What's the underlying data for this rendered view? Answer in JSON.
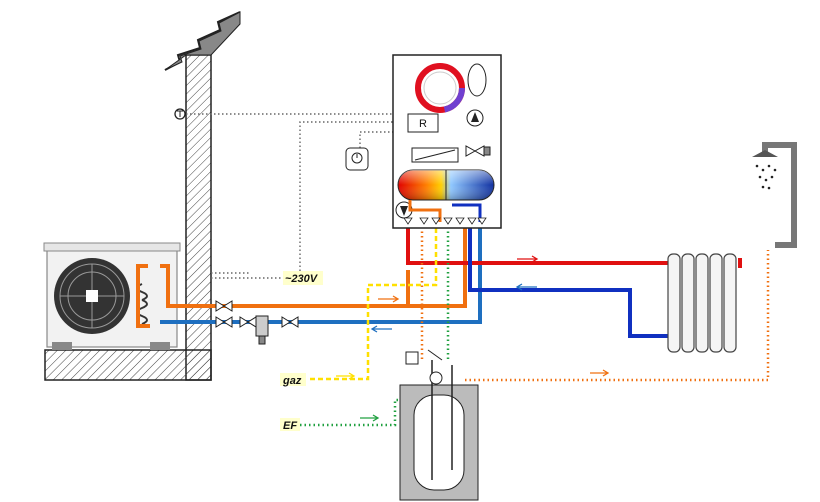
{
  "labels": {
    "voltage": "~230V",
    "gas": "gaz",
    "cold_water": "EF",
    "regulator": "R"
  },
  "colors": {
    "hot_flow": "#e01010",
    "return": "#1030c0",
    "heat_pump_circuit": "#f07010",
    "heat_pump_return": "#1e6fc0",
    "gas_line": "#ffe000",
    "cold_water_line": "#20a040",
    "hot_water_line": "#f07010",
    "tank_supply_line": "#28b048",
    "wiring": "#666666"
  },
  "icons": {
    "boiler": "boiler-icon",
    "heat_pump": "heat-pump-icon",
    "radiator": "radiator-icon",
    "shower": "shower-icon",
    "water_tank": "water-tank-icon",
    "thermostat": "thermostat-icon",
    "outdoor_sensor": "outdoor-sensor-icon"
  }
}
